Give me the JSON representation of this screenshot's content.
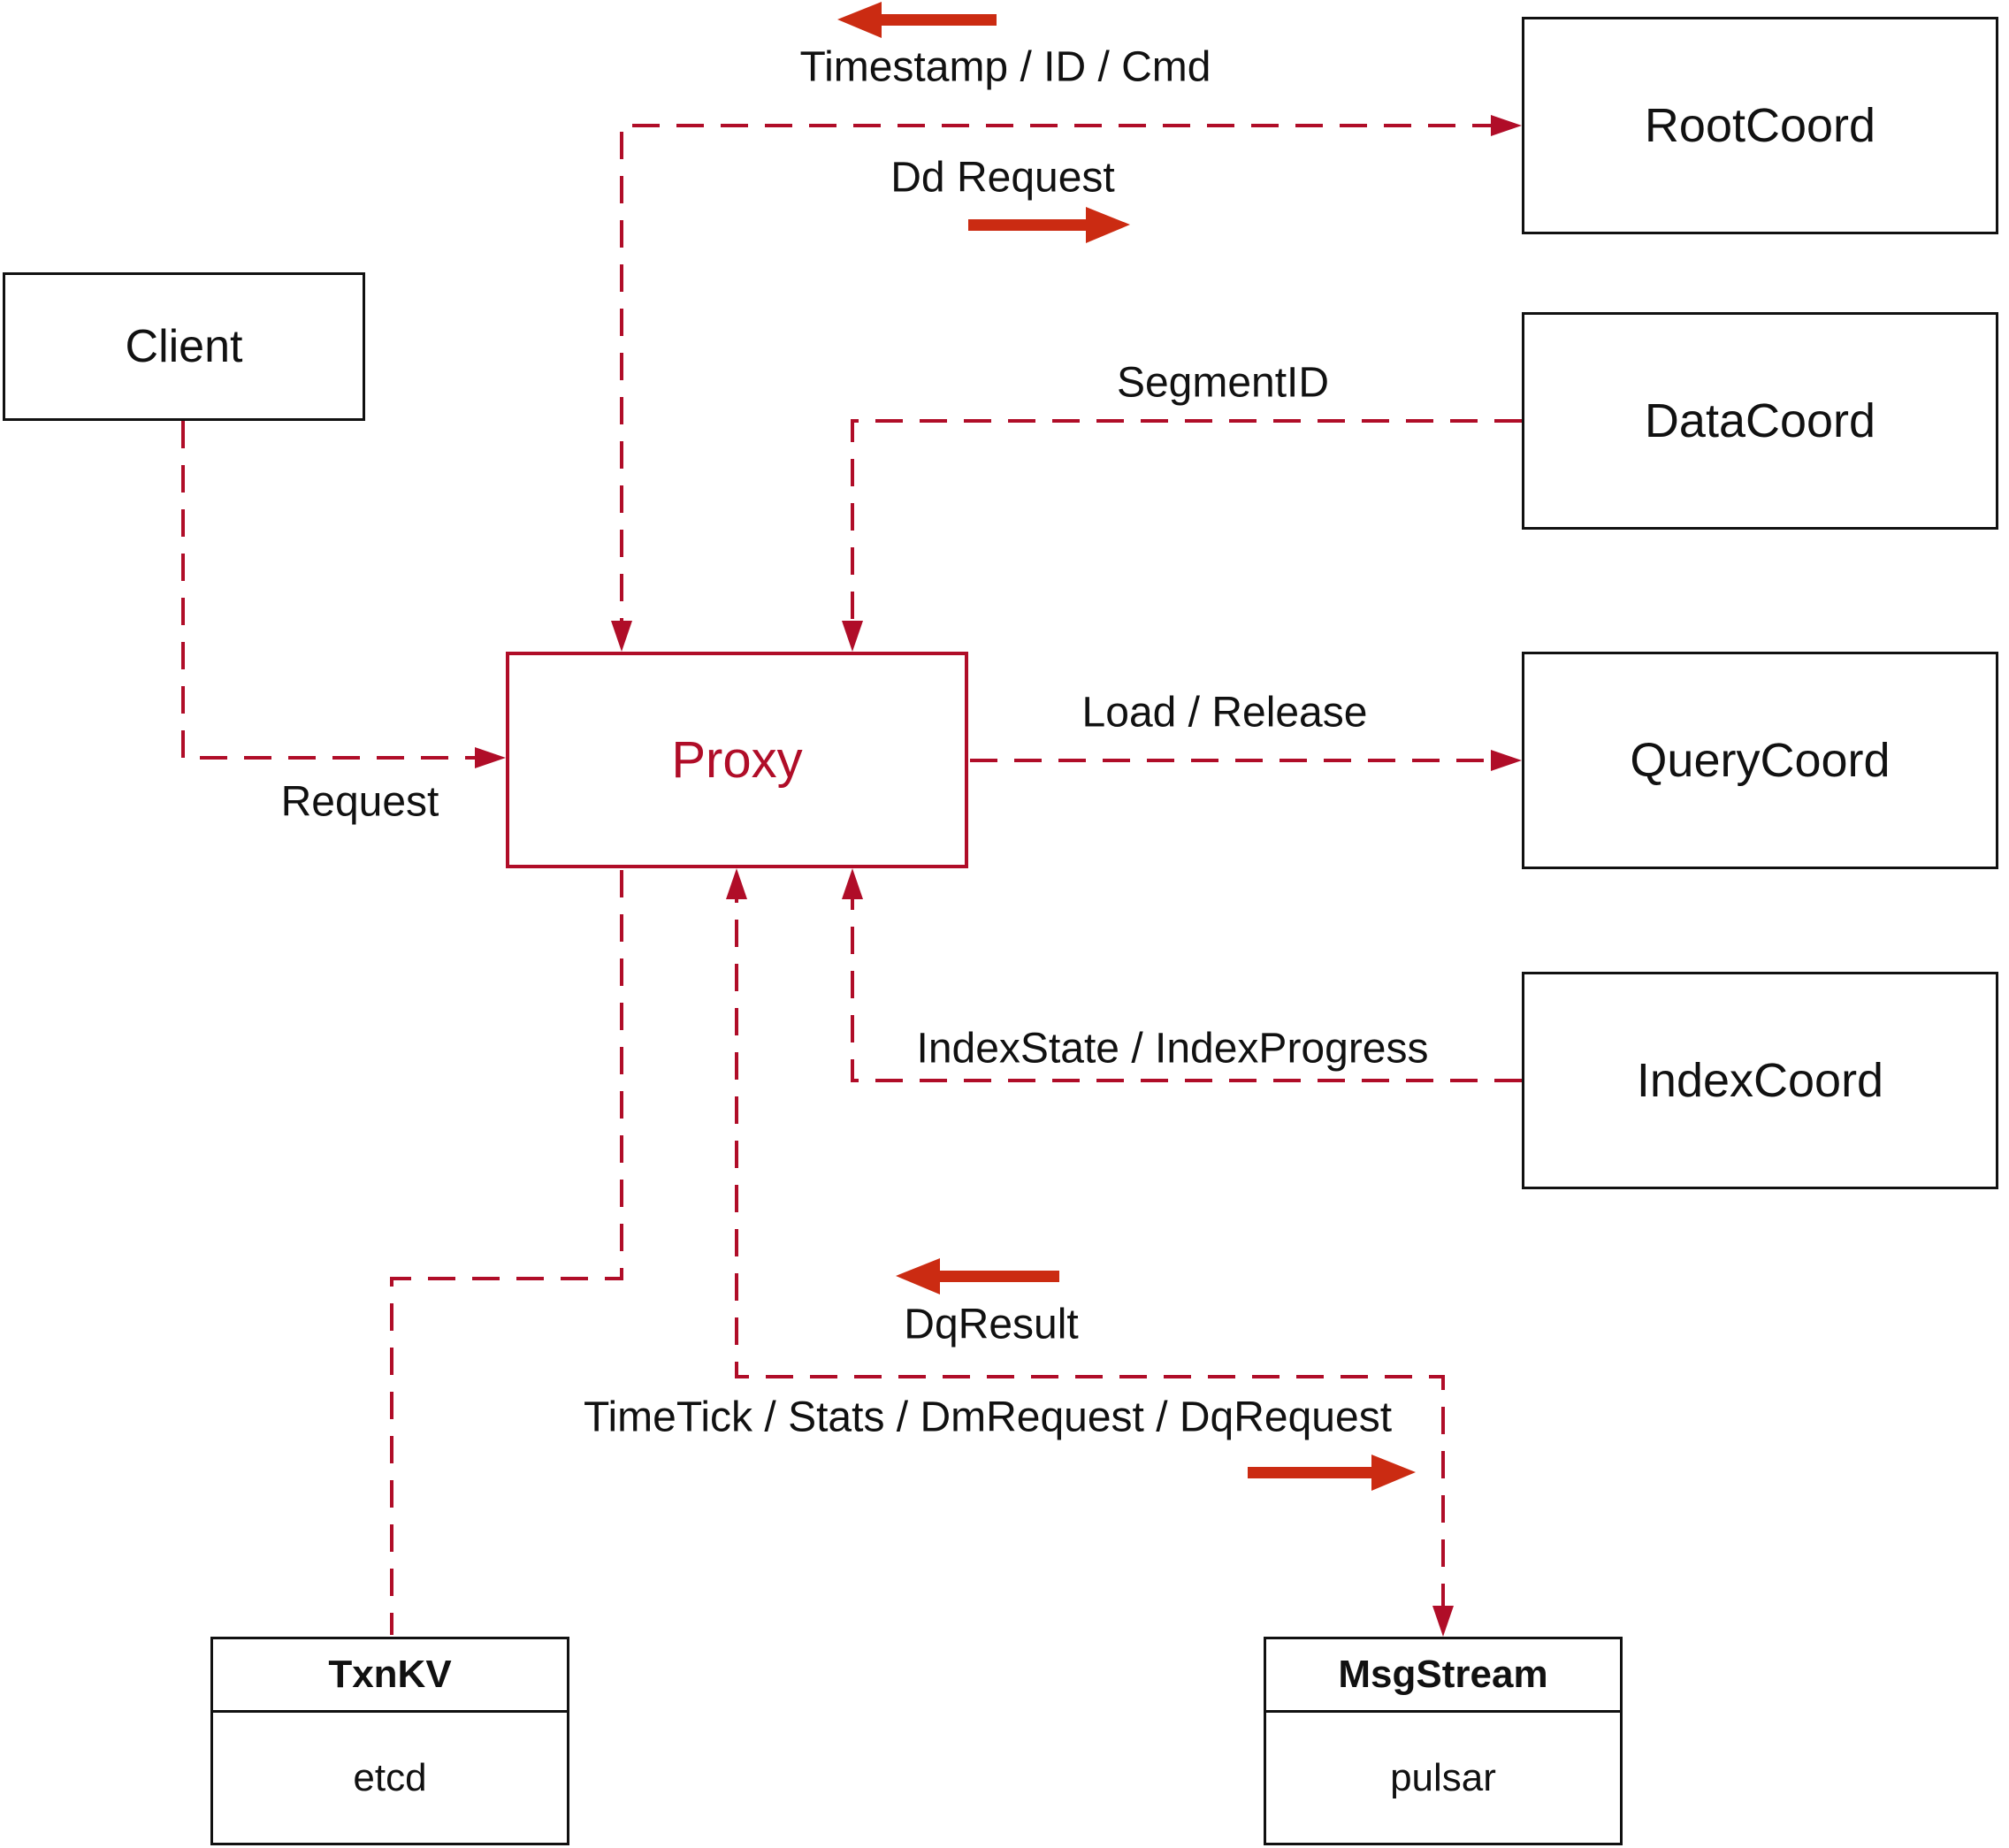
{
  "diagram": {
    "nodes": {
      "client": {
        "label": "Client"
      },
      "proxy": {
        "label": "Proxy"
      },
      "root_coord": {
        "label": "RootCoord"
      },
      "data_coord": {
        "label": "DataCoord"
      },
      "query_coord": {
        "label": "QueryCoord"
      },
      "index_coord": {
        "label": "IndexCoord"
      },
      "txn_kv": {
        "title": "TxnKV",
        "subtitle": "etcd"
      },
      "msg_stream": {
        "title": "MsgStream",
        "subtitle": "pulsar"
      }
    },
    "edge_labels": {
      "timestamp": "Timestamp / ID / Cmd",
      "dd_request": "Dd Request",
      "segment_id": "SegmentID",
      "load_release": "Load / Release",
      "index_state": "IndexState / IndexProgress",
      "request": "Request",
      "dq_result": "DqResult",
      "time_tick": "TimeTick / Stats / DmRequest / DqRequest"
    },
    "colors": {
      "dashed_line": "#b00d28",
      "solid_arrow": "#cb2b12",
      "box_border": "#111111",
      "text": "#111111",
      "background": "#ffffff"
    }
  }
}
